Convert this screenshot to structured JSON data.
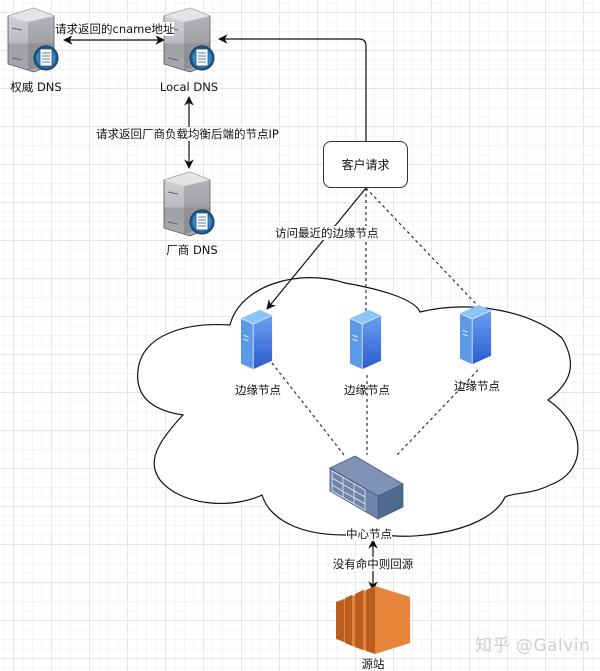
{
  "nodes": {
    "authoritative_dns": "权威 DNS",
    "local_dns": "Local DNS",
    "vendor_dns": "厂商 DNS",
    "client_request": "客户请求",
    "edge_node_1": "边缘节点",
    "edge_node_2": "边缘节点",
    "edge_node_3": "边缘节点",
    "center_node": "中心节点",
    "origin": "源站"
  },
  "edges": {
    "authoritative_to_local": "请求返回的cname地址",
    "local_to_vendor": "请求返回厂商负载均衡后端的节点IP",
    "client_to_edge": "访问最近的边缘节点",
    "center_to_origin": "没有命中则回源"
  },
  "watermark": "知乎 @Galvin",
  "colors": {
    "edge_server_blue": "#3a6fd8",
    "center_node_slate": "#6f84a8",
    "origin_orange": "#e8833a",
    "dns_server_gray": "#a9abb0",
    "dns_badge_blue": "#1d5f94"
  }
}
